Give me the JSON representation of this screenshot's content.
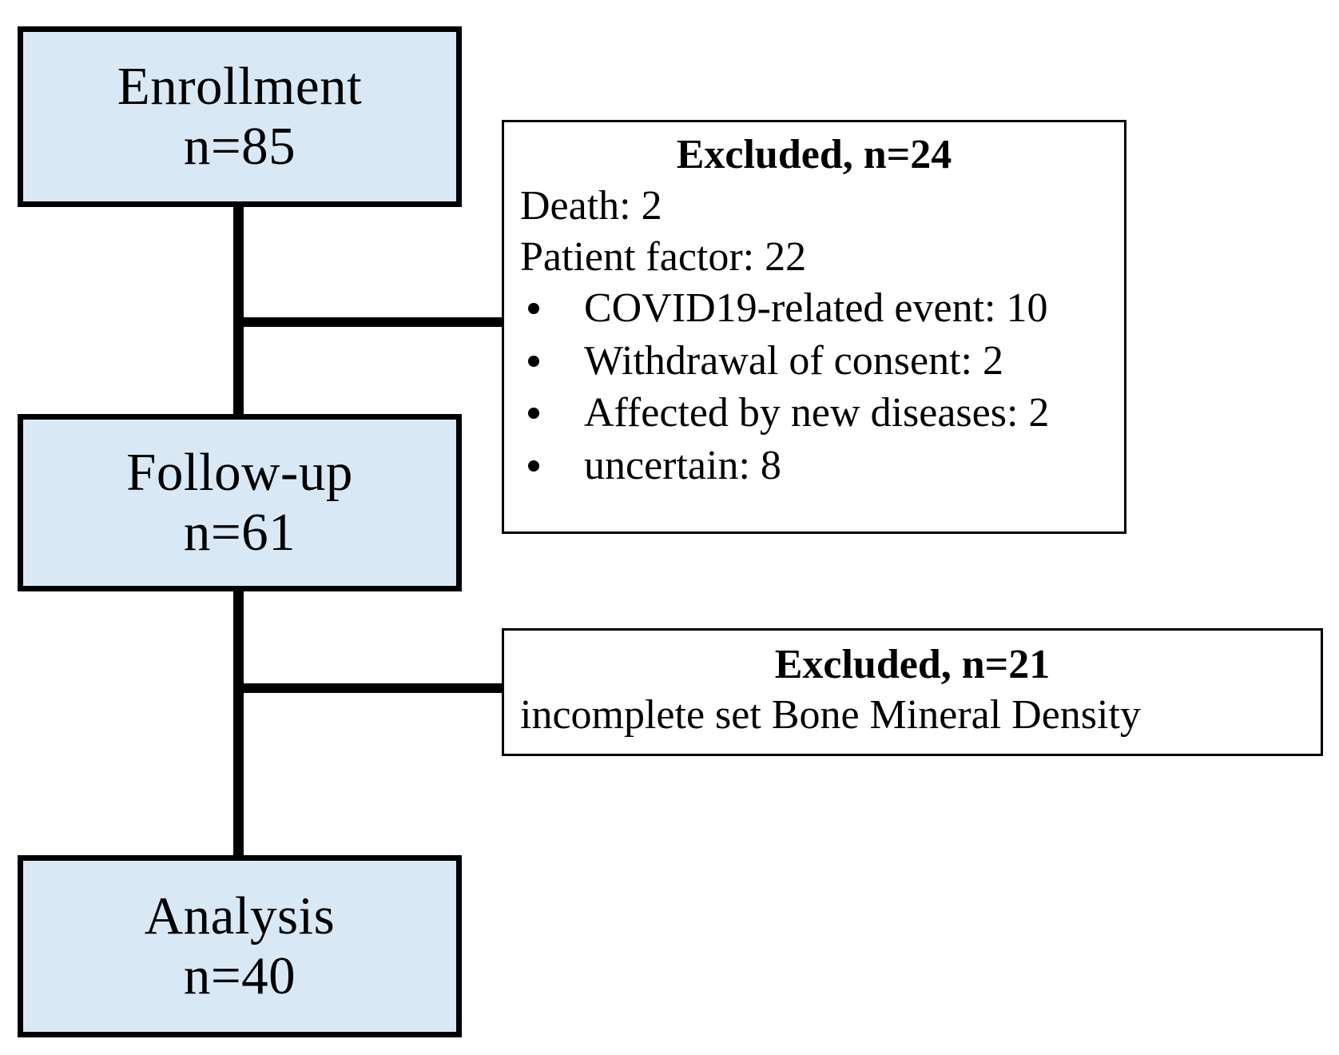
{
  "diagram": {
    "type": "consort-flow-diagram",
    "colors": {
      "stage_fill": "#d9e8f5",
      "border": "#000000",
      "background": "#ffffff",
      "text": "#000000"
    },
    "stages": [
      {
        "id": "enrollment",
        "title": "Enrollment",
        "count_label": "n=85",
        "n": 85
      },
      {
        "id": "followup",
        "title": "Follow-up",
        "count_label": "n=61",
        "n": 61
      },
      {
        "id": "analysis",
        "title": "Analysis",
        "count_label": "n=40",
        "n": 40
      }
    ],
    "exclusions": [
      {
        "id": "excluded-1",
        "heading": "Excluded, n=24",
        "n": 24,
        "reasons": [
          {
            "label": "Death: 2",
            "name": "Death",
            "value": 2
          },
          {
            "label": "Patient factor: 22",
            "name": "Patient factor",
            "value": 22
          }
        ],
        "bullets": [
          {
            "label": "COVID19-related event:  10",
            "name": "COVID19-related event",
            "value": 10
          },
          {
            "label": "Withdrawal of consent: 2",
            "name": "Withdrawal of consent",
            "value": 2
          },
          {
            "label": "Affected by new diseases: 2",
            "name": "Affected by new diseases",
            "value": 2
          },
          {
            "label": "uncertain: 8",
            "name": "uncertain",
            "value": 8
          }
        ]
      },
      {
        "id": "excluded-2",
        "heading": "Excluded, n=21",
        "n": 21,
        "reasons": [
          {
            "label": "incomplete set Bone Mineral Density",
            "name": "incomplete set Bone Mineral Density"
          }
        ],
        "bullets": []
      }
    ]
  },
  "chart_data": {
    "type": "diagram",
    "title": "Participant flow diagram",
    "nodes": [
      {
        "stage": "Enrollment",
        "n": 85
      },
      {
        "stage": "Follow-up",
        "n": 61
      },
      {
        "stage": "Analysis",
        "n": 40
      }
    ],
    "exclusion_counts": [
      {
        "after": "Enrollment",
        "total": 24,
        "breakdown": [
          {
            "reason": "Death",
            "n": 2
          },
          {
            "reason": "Patient factor",
            "n": 22
          },
          {
            "reason": "COVID19-related event",
            "n": 10
          },
          {
            "reason": "Withdrawal of consent",
            "n": 2
          },
          {
            "reason": "Affected by new diseases",
            "n": 2
          },
          {
            "reason": "uncertain",
            "n": 8
          }
        ]
      },
      {
        "after": "Follow-up",
        "total": 21,
        "breakdown": [
          {
            "reason": "incomplete set Bone Mineral Density",
            "n": 21
          }
        ]
      }
    ]
  }
}
